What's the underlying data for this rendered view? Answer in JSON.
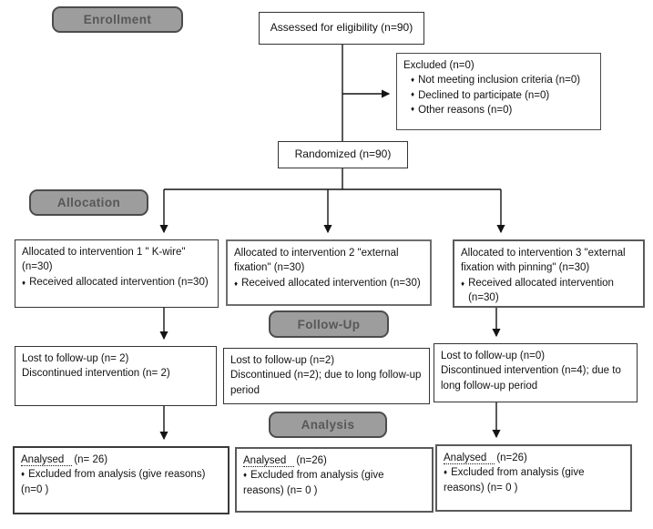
{
  "ui": {
    "bullet_glyph": "♦"
  },
  "colors": {
    "badge_fill": "#9d9d9d",
    "badge_border": "#4c4c4c",
    "badge_text": "#575757",
    "line": "#141414",
    "box_border": "#333333"
  },
  "stages": {
    "enrollment": "Enrollment",
    "allocation": "Allocation",
    "followup": "Follow-Up",
    "analysis": "Analysis"
  },
  "boxes": {
    "assessed": {
      "text": "Assessed for eligibility (n=90)"
    },
    "excluded": {
      "title": "Excluded (n=0)",
      "bullets": [
        "Not meeting inclusion criteria (n=0)",
        "Declined to participate (n=0)",
        "Other reasons (n=0)"
      ]
    },
    "randomized": {
      "text": "Randomized (n=90)"
    },
    "allocation": [
      {
        "title": "Allocated to intervention 1 \" K-wire\" (n=30)",
        "bullet": "Received allocated intervention (n=30)"
      },
      {
        "title": "Allocated to intervention 2 \"external fixation\" (n=30)",
        "bullet": "Received allocated intervention (n=30)"
      },
      {
        "title": "Allocated to intervention 3 \"external fixation with pinning\" (n=30)",
        "bullet": "Received allocated intervention (n=30)"
      }
    ],
    "followup": [
      {
        "lines": [
          "Lost to follow-up (n= 2)",
          "Discontinued intervention (n= 2)"
        ]
      },
      {
        "lines": [
          "Lost to follow-up (n=2)",
          "Discontinued (n=2); due to long follow-up period"
        ]
      },
      {
        "lines": [
          "Lost to follow-up (n=0)",
          "Discontinued intervention (n=4); due to long follow-up period"
        ]
      }
    ],
    "analysis": [
      {
        "title": "Analysed",
        "n": "(n= 26)",
        "bullet": "Excluded from analysis (give reasons) (n=0  )"
      },
      {
        "title": "Analysed",
        "n": "(n=26)",
        "bullet": "Excluded from analysis (give reasons) (n= 0 )"
      },
      {
        "title": "Analysed",
        "n": "(n=26)",
        "bullet": "Excluded from analysis (give reasons) (n= 0 )"
      }
    ]
  }
}
